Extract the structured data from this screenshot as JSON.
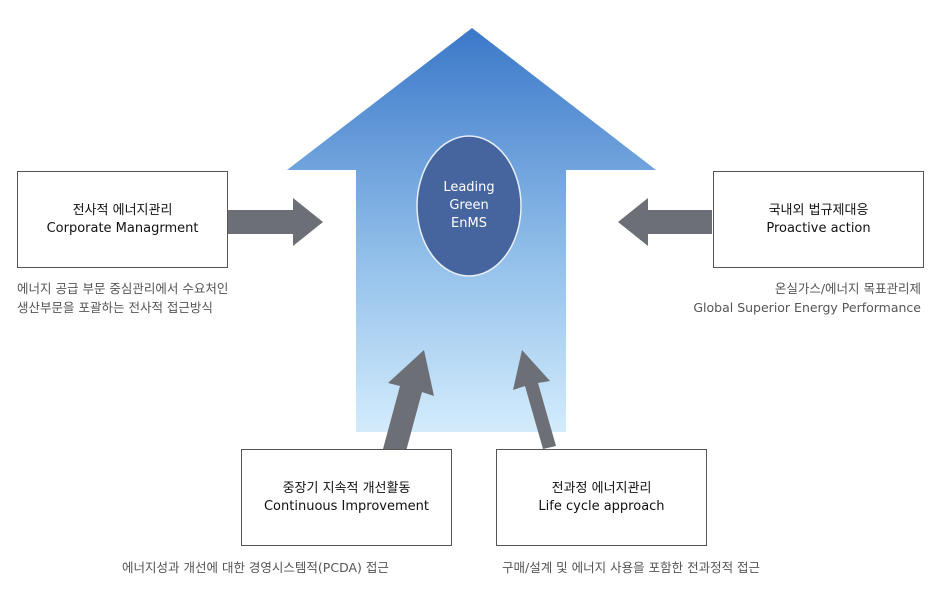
{
  "core": {
    "line1": "Leading",
    "line2": "Green",
    "line3": "EnMS"
  },
  "boxes": {
    "corporate": {
      "ko": "전사적 에너지관리",
      "en": "Corporate Managrment"
    },
    "proactive": {
      "ko": "국내외 법규제대응",
      "en": "Proactive action"
    },
    "continuous": {
      "ko": "중장기 지속적 개선활동",
      "en": "Continuous Improvement"
    },
    "lifecycle": {
      "ko": "전과정 에너지관리",
      "en": "Life cycle approach"
    }
  },
  "descriptions": {
    "corporate": {
      "line1": "에너지 공급 부문 중심관리에서 수요처인",
      "line2": "생산부문을 포괄하는 전사적 접근방식"
    },
    "proactive": {
      "line1": "온실가스/에너지 목표관리제",
      "line2": "Global Superior Energy Performance"
    },
    "continuous": {
      "line1": "에너지성과 개선에 대한 경영시스템적(PCDA) 접근"
    },
    "lifecycle": {
      "line1": "구매/설계 및 에너지 사용을 포함한 전과정적 접근"
    }
  },
  "colors": {
    "arrow_top": "#3b78c9",
    "arrow_bottom": "#cfe9fb",
    "ellipse": "#46659f",
    "connector": "#6d6f76"
  }
}
